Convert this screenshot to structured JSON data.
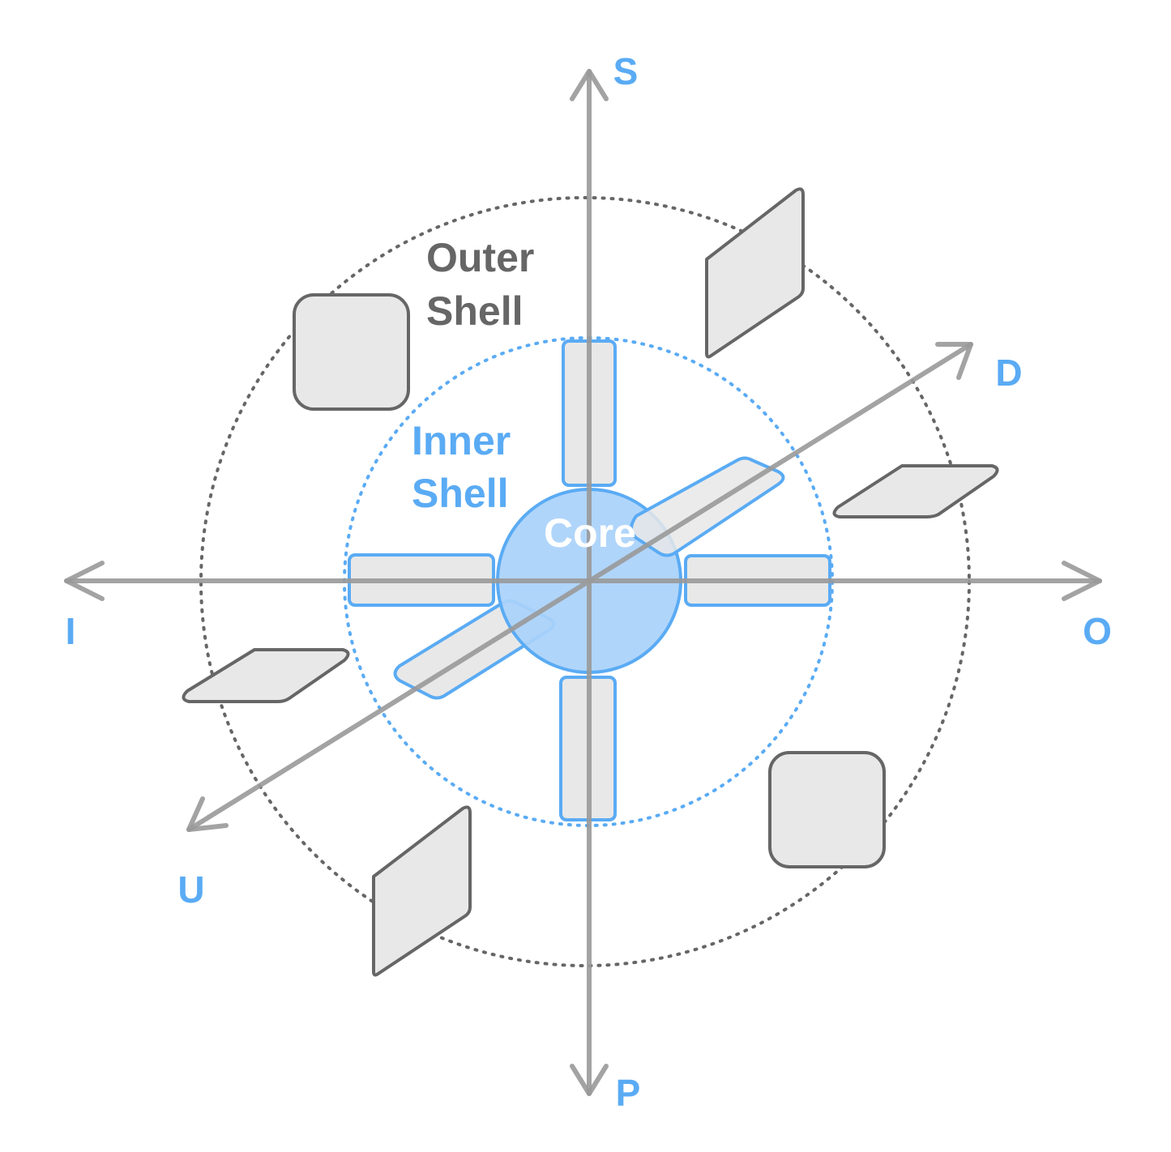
{
  "labels": {
    "axis_s": "S",
    "axis_p": "P",
    "axis_i": "I",
    "axis_o": "O",
    "axis_d": "D",
    "axis_u": "U",
    "outer_shell_line1": "Outer",
    "outer_shell_line2": "Shell",
    "inner_shell_line1": "Inner",
    "inner_shell_line2": "Shell",
    "core": "Core"
  },
  "colors": {
    "axis": "#999999",
    "outer": "#666666",
    "inner": "#5aabf4",
    "core_fill": "#a9d1fa",
    "block_fill": "#e8e8e8",
    "white": "#ffffff"
  }
}
